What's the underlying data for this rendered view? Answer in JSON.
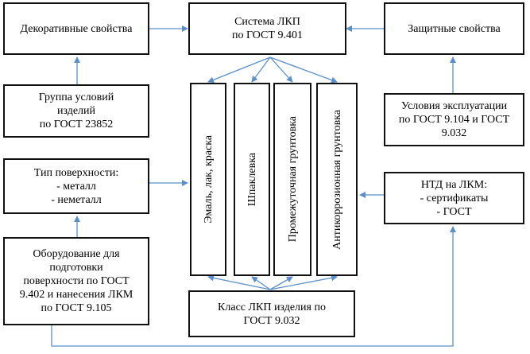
{
  "boxes": {
    "decorative": [
      "Декоративные свойства"
    ],
    "system": [
      "Система ЛКП",
      "по ГОСТ 9.401"
    ],
    "protective": [
      "Защитные свойства"
    ],
    "conditions_group": [
      "Группа условий",
      "изделий",
      "по ГОСТ 23852"
    ],
    "operating_conditions": [
      "Условия эксплуатации",
      "по ГОСТ 9.104 и ГОСТ",
      "9.032"
    ],
    "surface_type": [
      "Тип поверхности:",
      "- металл",
      "- неметалл"
    ],
    "ntd": [
      "НТД на ЛКМ:",
      "- сертификаты",
      "- ГОСТ"
    ],
    "equipment": [
      "Оборудование для",
      "подготовки",
      "поверхности по ГОСТ",
      "9.402 и нанесения ЛКМ",
      "по ГОСТ 9.105"
    ],
    "class": [
      "Класс ЛКП изделия по",
      "ГОСТ 9.032"
    ]
  },
  "layers": {
    "enamel": "Эмаль, лак, краска",
    "putty": "Шпаклевка",
    "intermediate_primer": "Промежуточная грунтовка",
    "anticorrosion_primer": "Антикоррозионная грунтовка"
  },
  "colors": {
    "arrow": "#5b8fc9",
    "border": "#111111"
  }
}
